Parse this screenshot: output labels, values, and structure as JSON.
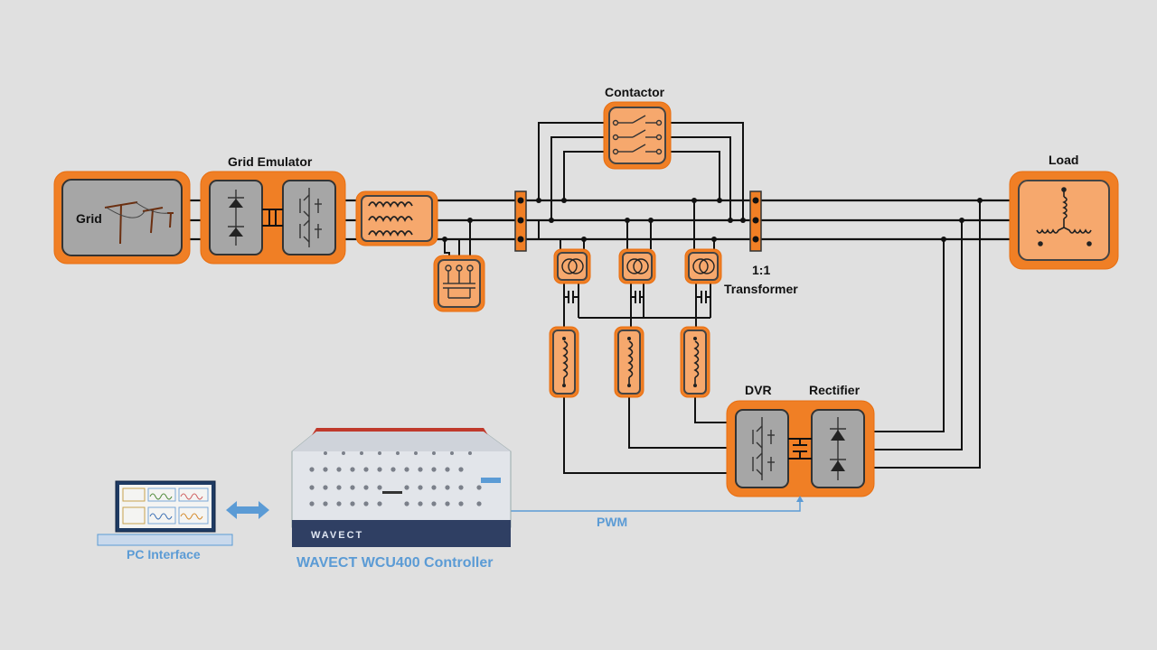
{
  "labels": {
    "grid": "Grid",
    "grid_emulator": "Grid Emulator",
    "contactor": "Contactor",
    "load": "Load",
    "transformer_ratio": "1:1",
    "transformer": "Transformer",
    "dvr": "DVR",
    "rectifier": "Rectifier",
    "pwm": "PWM",
    "pc_interface": "PC Interface",
    "controller": "WAVECT WCU400 Controller",
    "brand": "WAVECT"
  },
  "colors": {
    "background": "#e0e0e0",
    "block_orange": "#f07f25",
    "block_inner": "#f6a86d",
    "block_gray": "#a6a6a6",
    "signal_blue": "#5b9bd5",
    "wire": "#111111"
  }
}
